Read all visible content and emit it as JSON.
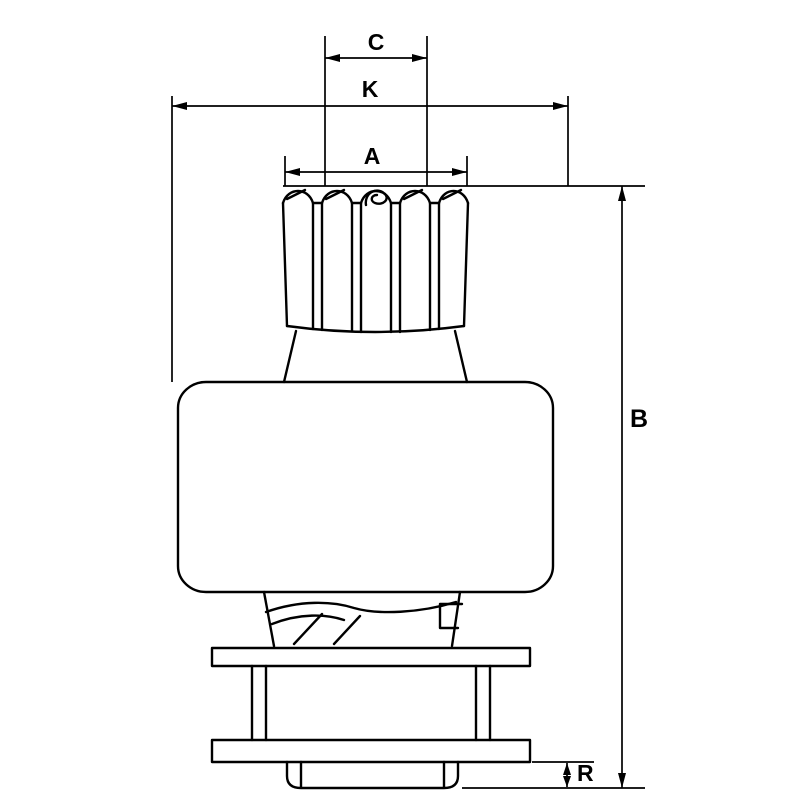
{
  "canvas": {
    "background": "#ffffff",
    "line_color": "#000000"
  },
  "diagram": {
    "labels": {
      "c": "C",
      "k": "K",
      "a": "A",
      "b": "B",
      "r": "R"
    }
  }
}
